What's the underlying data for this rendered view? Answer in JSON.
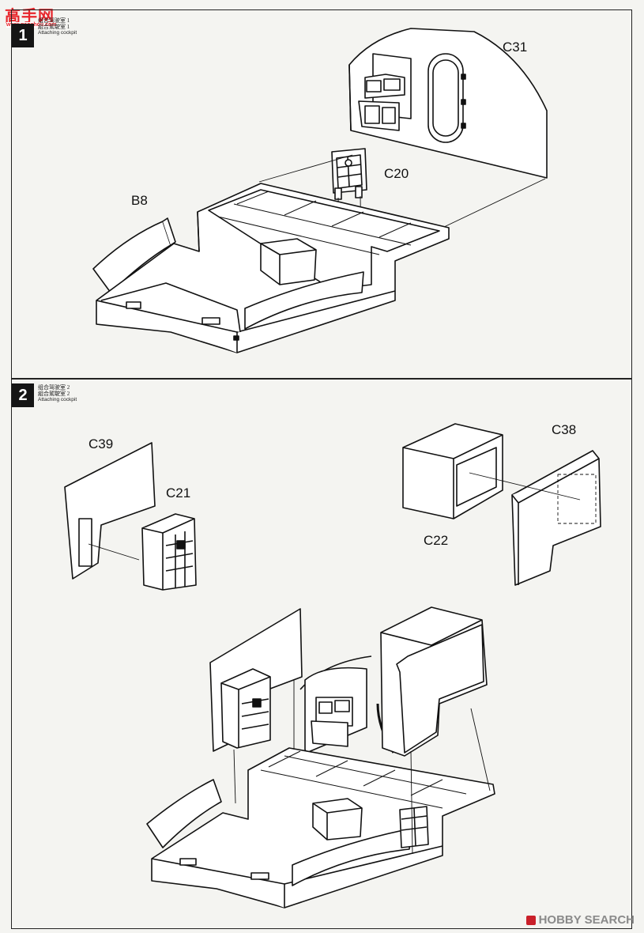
{
  "site": {
    "logo_text": "高手网",
    "logo_url": "www.gaoshou.com"
  },
  "watermark": {
    "text": "HOBBY SEARCH"
  },
  "steps": [
    {
      "number": "1",
      "title_cn_1": "组合驾驶室 1",
      "title_cn_2": "組合駕駛室 1",
      "title_en": "Attaching cockpit"
    },
    {
      "number": "2",
      "title_cn_1": "组合驾驶室 2",
      "title_cn_2": "組合駕駛室 2",
      "title_en": "Attaching cockpit"
    }
  ],
  "parts": {
    "c31": "C31",
    "c20": "C20",
    "b8": "B8",
    "c39": "C39",
    "c21": "C21",
    "c38": "C38",
    "c22": "C22"
  },
  "colors": {
    "accent_red": "#e8262c",
    "line": "#111111"
  }
}
